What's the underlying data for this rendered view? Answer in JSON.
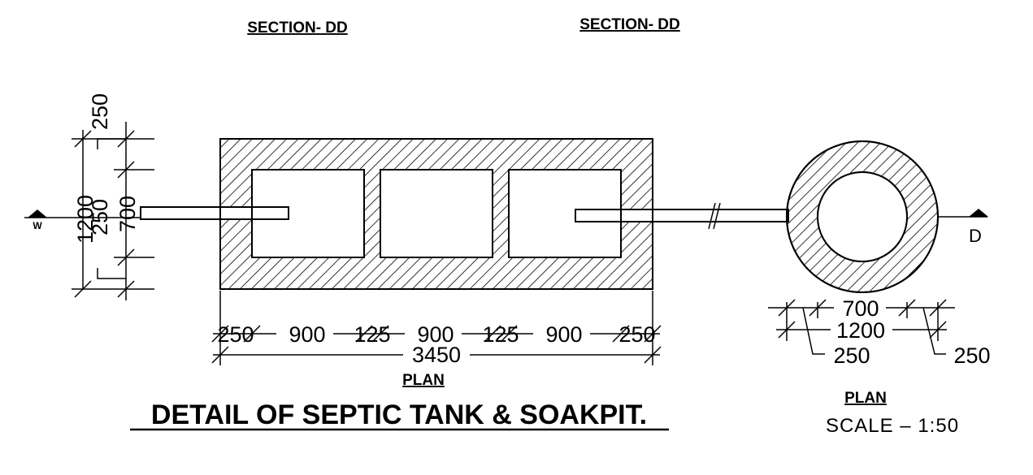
{
  "headings": {
    "section_left": "SECTION- DD",
    "section_right": "SECTION- DD",
    "plan_tank": "PLAN",
    "plan_soakpit": "PLAN",
    "main_title": "DETAIL OF  SEPTIC TANK & SOAKPIT.",
    "scale": "SCALE  –  1:50"
  },
  "markers": {
    "section_left": "W",
    "section_right": "D"
  },
  "tank_dimensions": {
    "horizontal": [
      "250",
      "900",
      "125",
      "900",
      "125",
      "900",
      "250"
    ],
    "overall_length": "3450",
    "vertical_overall": "1200",
    "vertical_inner": "700",
    "vertical_top_wall": "250",
    "vertical_bottom_wall": "250"
  },
  "soakpit_dimensions": {
    "inner_dia": "700",
    "outer_dia": "1200",
    "wall_left": "250",
    "wall_right": "250"
  },
  "colors": {
    "ink": "#000000",
    "paper": "#ffffff"
  }
}
